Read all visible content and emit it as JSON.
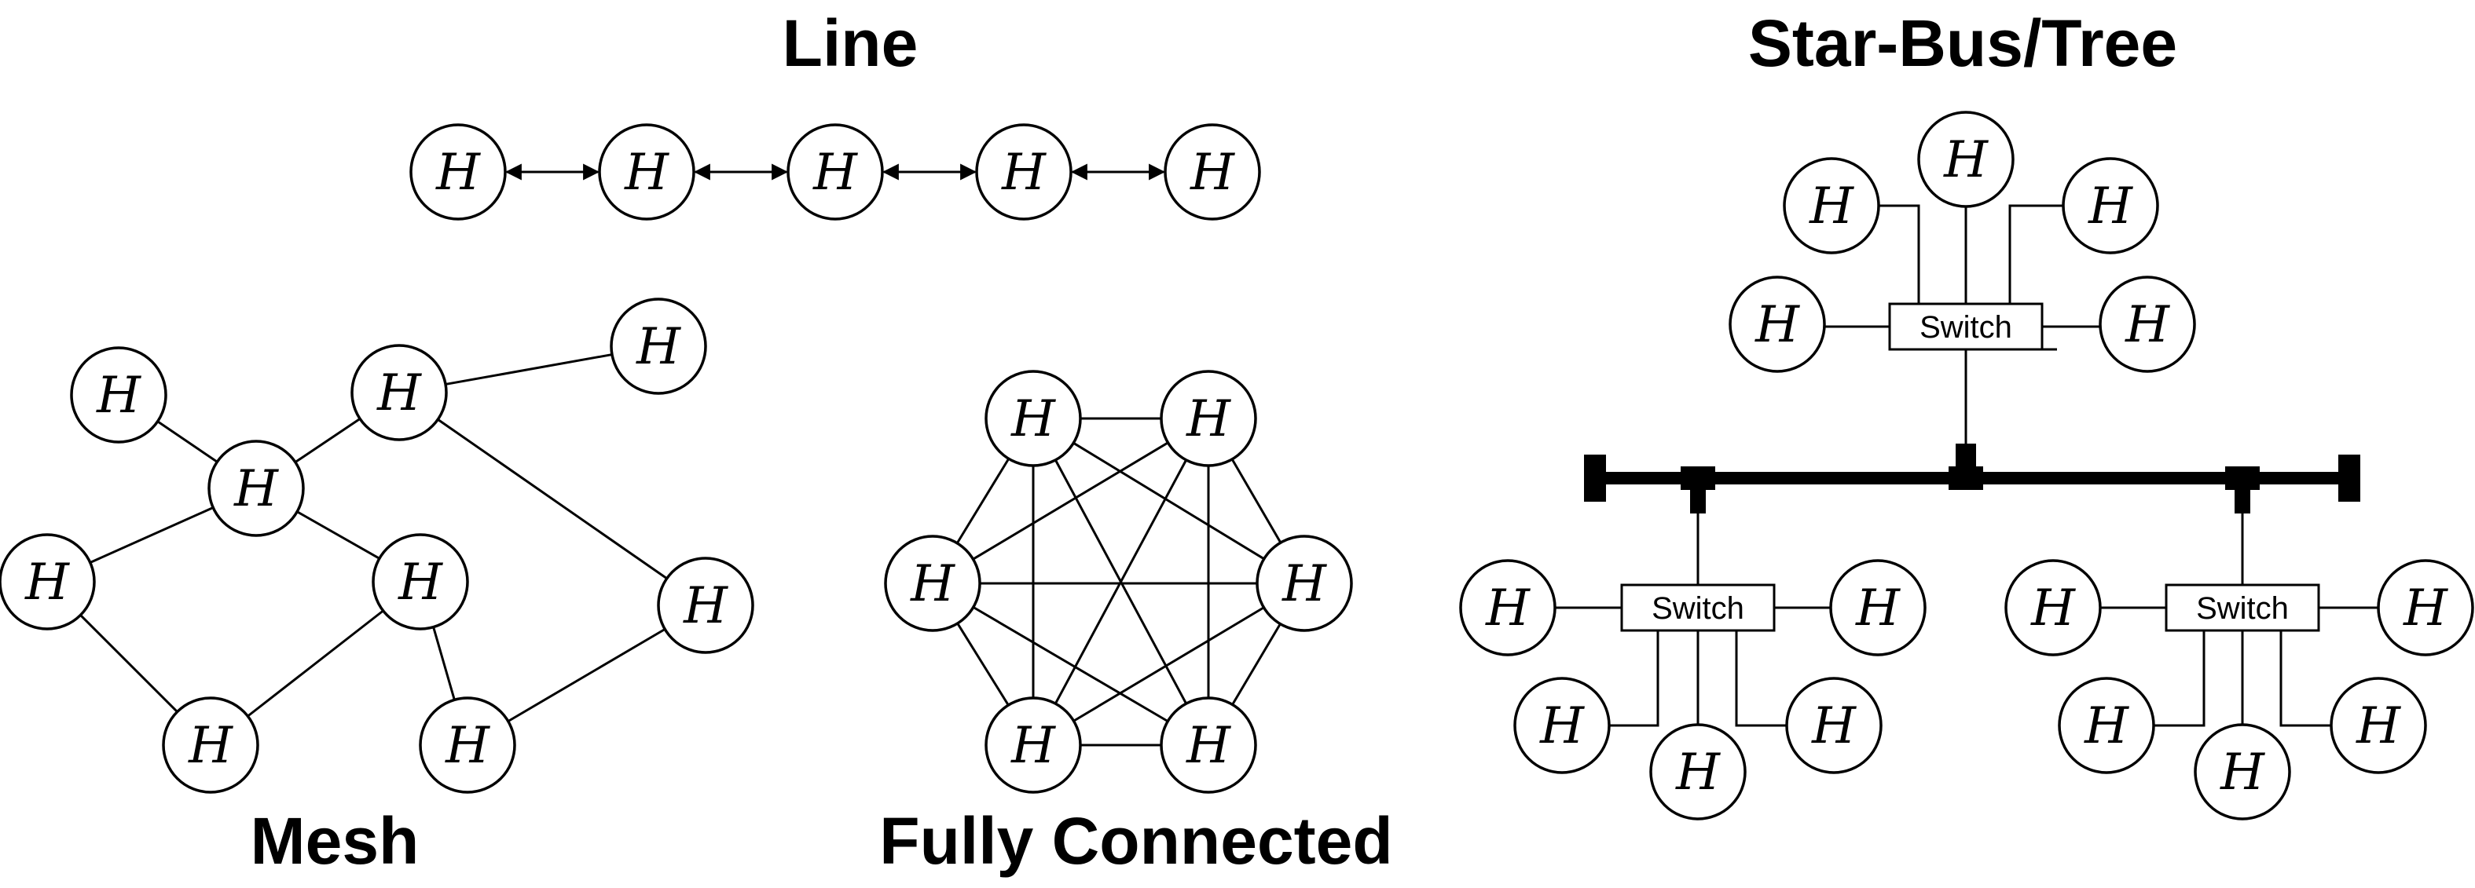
{
  "titles": {
    "line": "Line",
    "mesh": "Mesh",
    "fully_connected": "Fully Connected",
    "star_bus_tree": "Star-Bus/Tree"
  },
  "host_label": "H",
  "switch_label": "Switch",
  "colors": {
    "stroke": "#000000",
    "background": "#ffffff"
  }
}
